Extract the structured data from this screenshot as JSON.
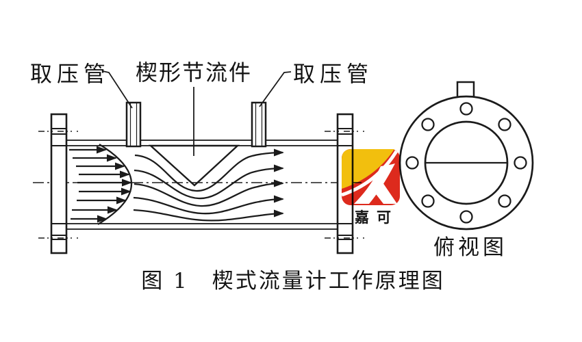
{
  "figure": {
    "caption": "图 1　楔式流量计工作原理图"
  },
  "labels": {
    "tap_left": "取压管",
    "wedge": "楔形节流件",
    "tap_right": "取压管",
    "top_view": "俯视图"
  },
  "watermark": {
    "text": "嘉可",
    "yellow": "#F2BF0E",
    "red": "#DD2A1D",
    "text_color": "#8F8B89"
  },
  "colors": {
    "line": "#1b1b1b",
    "background": "#ffffff"
  }
}
